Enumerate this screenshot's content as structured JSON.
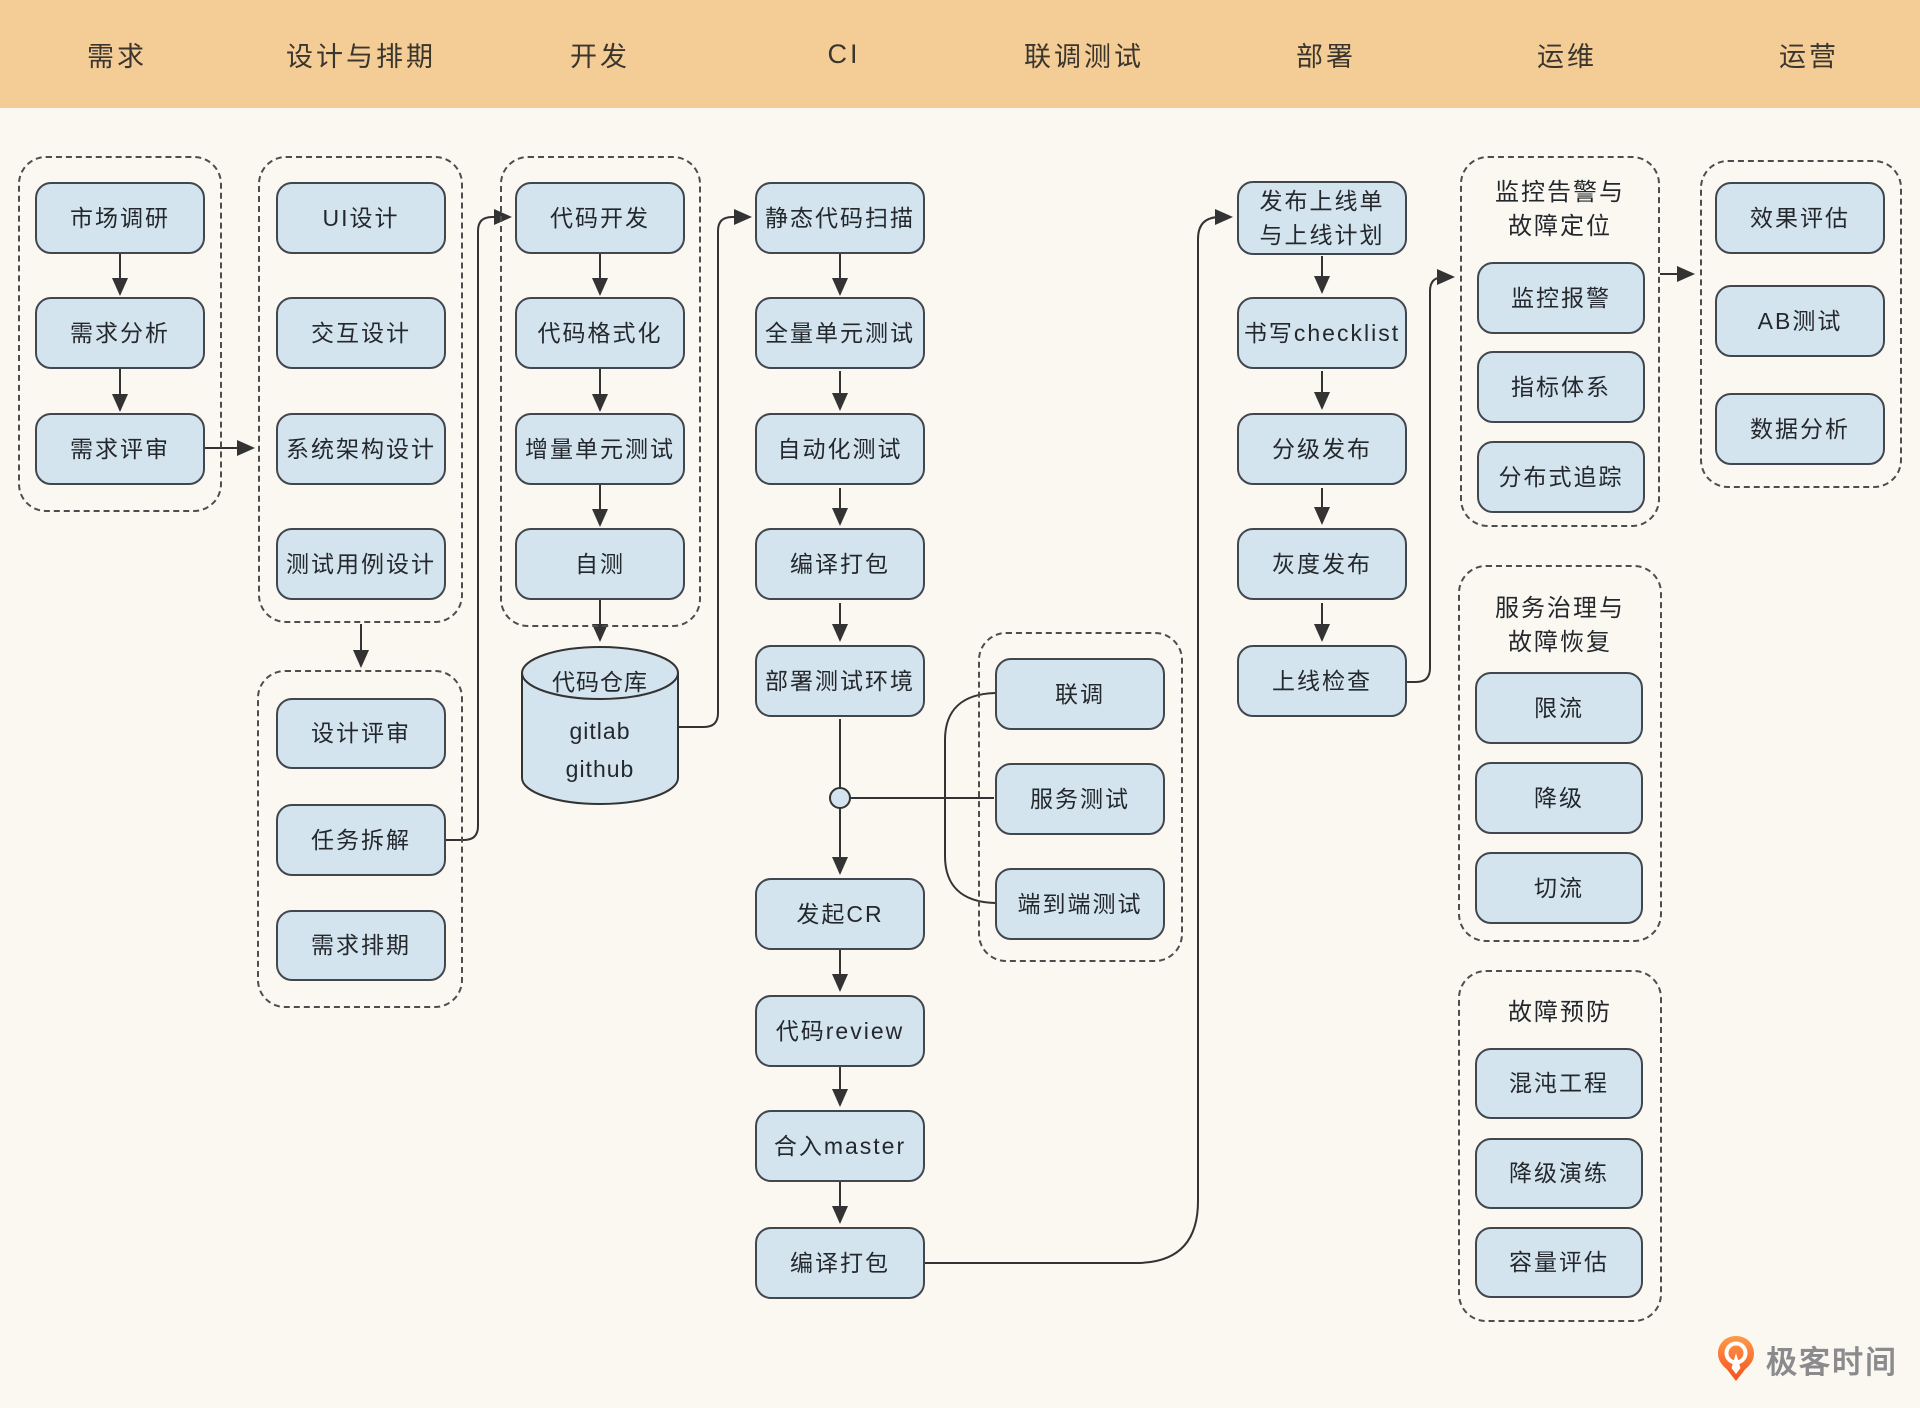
{
  "header": {
    "phases": [
      {
        "label": "需求"
      },
      {
        "label": "设计与排期"
      },
      {
        "label": "开发"
      },
      {
        "label": "CI"
      },
      {
        "label": "联调测试"
      },
      {
        "label": "部署"
      },
      {
        "label": "运维"
      },
      {
        "label": "运营"
      }
    ]
  },
  "nodes": {
    "c1": [
      "市场调研",
      "需求分析",
      "需求评审"
    ],
    "c2a": [
      "UI设计",
      "交互设计",
      "系统架构设计",
      "测试用例设计"
    ],
    "c2b": [
      "设计评审",
      "任务拆解",
      "需求排期"
    ],
    "c3": [
      "代码开发",
      "代码格式化",
      "增量单元测试",
      "自测"
    ],
    "repo": {
      "title": "代码仓库",
      "line1": "gitlab",
      "line2": "github"
    },
    "ci": [
      "静态代码扫描",
      "全量单元测试",
      "自动化测试",
      "编译打包",
      "部署测试环境",
      "发起CR",
      "代码review",
      "合入master",
      "编译打包"
    ],
    "integration": [
      "联调",
      "服务测试",
      "端到端测试"
    ],
    "deploy": [
      "发布上线单\n与上线计划",
      "书写checklist",
      "分级发布",
      "灰度发布",
      "上线检查"
    ],
    "ops_monitor": {
      "title": "监控告警与\n故障定位",
      "items": [
        "监控报警",
        "指标体系",
        "分布式追踪"
      ]
    },
    "ops_governance": {
      "title": "服务治理与\n故障恢复",
      "items": [
        "限流",
        "降级",
        "切流"
      ]
    },
    "ops_prevention": {
      "title": "故障预防",
      "items": [
        "混沌工程",
        "降级演练",
        "容量评估"
      ]
    },
    "business": [
      "效果评估",
      "AB测试",
      "数据分析"
    ]
  },
  "logo": {
    "text": "极客时间"
  },
  "colors": {
    "background": "#fbf8f2",
    "header_band": "#f4cc96",
    "node_fill": "#d3e4ef",
    "node_border": "#42474f",
    "connector": "#333333",
    "dashed_border": "#4d4d4d",
    "logo_orange": "#f4511e",
    "logo_text": "#8b8b8e"
  }
}
